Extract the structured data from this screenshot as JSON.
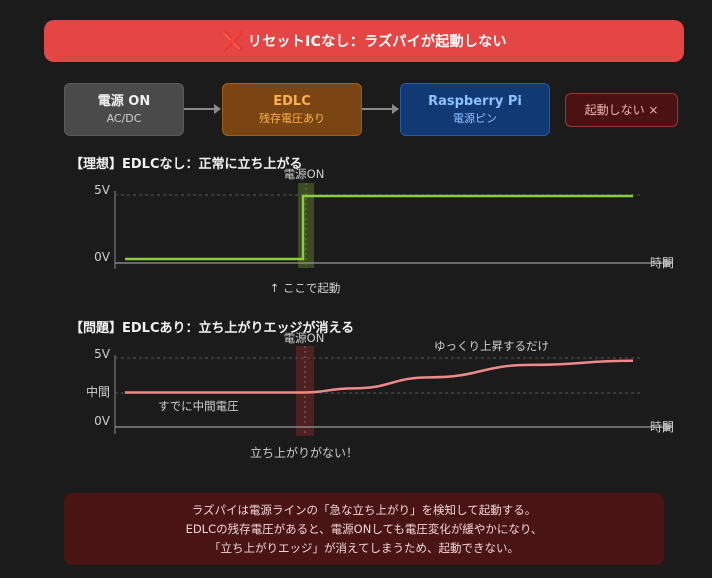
{
  "banner": {
    "icon": "cross-mark-icon",
    "text": "リセットICなし：ラズパイが起動しない"
  },
  "flow": {
    "power": {
      "title": "電源 ON",
      "sub": "AC/DC"
    },
    "edlc": {
      "title": "EDLC",
      "sub": "残存電圧あり"
    },
    "rpi": {
      "title": "Raspberry Pi",
      "sub": "電源ピン"
    },
    "fail": {
      "label": "起動しない ×"
    }
  },
  "colors": {
    "ideal_line": "#8ad03a",
    "problem_line": "#f08a8a",
    "banner": "#e44646",
    "highlight_green": "#5a6a2a",
    "highlight_red": "#6a2a2a"
  },
  "chart_data": [
    {
      "type": "line",
      "title": "【理想】EDLCなし：正常に立ち上がる",
      "xlabel": "時間",
      "ytick_labels": [
        "5V",
        "0V"
      ],
      "marker_label": "電源ON",
      "annotation": "↑ ここで起動",
      "series": [
        {
          "x": [
            0,
            0.35,
            0.35,
            1.0
          ],
          "values": [
            0,
            0,
            5,
            5
          ]
        }
      ],
      "ylim": [
        0,
        5
      ]
    },
    {
      "type": "line",
      "title": "【問題】EDLCあり：立ち上がりエッジが消える",
      "xlabel": "時間",
      "ytick_labels": [
        "5V",
        "中間",
        "0V"
      ],
      "marker_label": "電源ON",
      "annotations": [
        "すでに中間電圧",
        "ゆっくり上昇するだけ"
      ],
      "bottom_note": "立ち上がりがない！",
      "series": [
        {
          "x": [
            0,
            0.35,
            0.45,
            0.6,
            0.8,
            1.0
          ],
          "values": [
            2.5,
            2.5,
            2.8,
            3.6,
            4.5,
            4.8
          ]
        }
      ],
      "ylim": [
        0,
        5
      ]
    }
  ],
  "footer": {
    "line1": "ラズパイは電源ラインの「急な立ち上がり」を検知して起動する。",
    "line2": "EDLCの残存電圧があると、電源ONしても電圧変化が緩やかになり、",
    "line3": "「立ち上がりエッジ」が消えてしまうため、起動できない。"
  }
}
